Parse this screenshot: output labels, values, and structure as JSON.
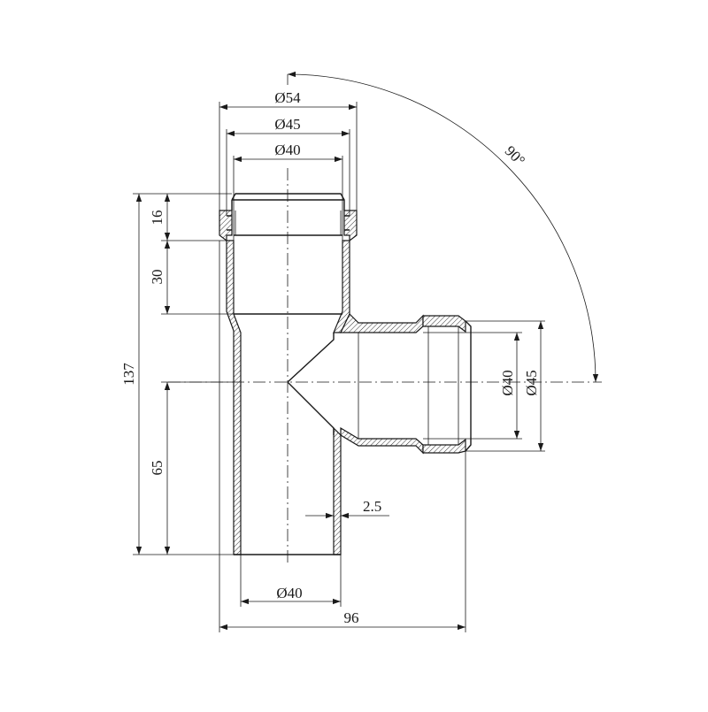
{
  "drawing": {
    "subject": "tee-fitting",
    "view": "section"
  },
  "dimensions": {
    "top_outer_diameter": "Ø54",
    "top_socket_diameter": "Ø45",
    "top_inner_diameter": "Ø40",
    "socket_ring_height": "16",
    "socket_depth": "30",
    "overall_height": "137",
    "lower_length": "65",
    "wall_thickness": "2.5",
    "bottom_diameter": "Ø40",
    "overall_width": "96",
    "branch_inner_diameter": "Ø40",
    "branch_socket_diameter": "Ø45",
    "branch_angle": "90°"
  }
}
